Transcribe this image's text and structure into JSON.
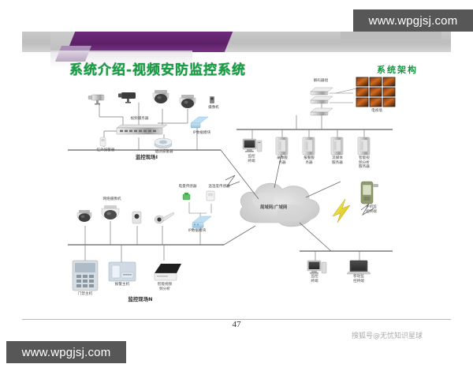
{
  "slide": {
    "title": "系统介绍-视频安防监控系统",
    "architecture_label": "系统架构",
    "page_number": "47"
  },
  "watermarks": {
    "top_right": "www.wpgjsj.com",
    "bottom_left": "www.wpgjsj.com",
    "bottom_right": "搜狐号@无忧知识星球"
  },
  "diagram": {
    "site_top_label": "监控现场I",
    "site_bottom_label": "监控现场N",
    "cloud_label": "局域网/广域网",
    "tv_wall_label": "电视墙",
    "decoder_label": "解码器组",
    "site_top": {
      "video_server": "视频服务器",
      "infrared_alarm": "红外报警器",
      "smoke_alarm": "烟感报警器",
      "ip_data_module": "IP数据模块",
      "camera": "摄像机"
    },
    "site_bottom": {
      "network_camera": "网络摄像机",
      "power_sensor": "电量传感器",
      "temp_humidity_sensor": "温湿度传感器",
      "ip_data_module": "IP数据模块",
      "access_host": "门禁主机",
      "alarm_host": "报警主机",
      "video_analysis": "智能视频\n频分析"
    },
    "servers": [
      {
        "label": "监控\n终端"
      },
      {
        "label": "录像服\n务器"
      },
      {
        "label": "报警服\n务器"
      },
      {
        "label": "流媒体\n服务器"
      },
      {
        "label": "智能视\n频分析\n服务器"
      }
    ],
    "terminals": {
      "mobile_phone": "手机监\n控终端",
      "monitor_terminal": "监控\n终端",
      "mobile_terminal": "移动监\n控终端"
    }
  }
}
